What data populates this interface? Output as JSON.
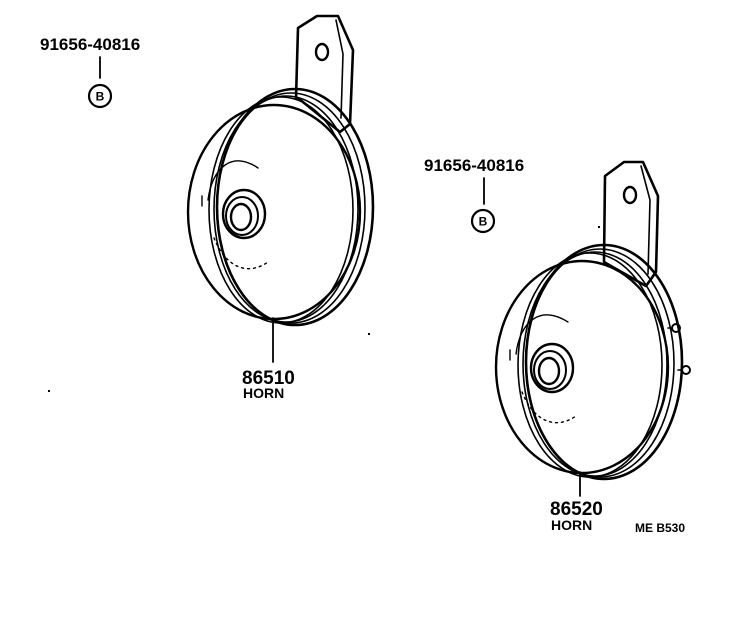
{
  "diagram": {
    "left_horn": {
      "bolt_part_number": "91656-40816",
      "bolt_mark": "B",
      "part_number": "86510",
      "part_name": "HORN"
    },
    "right_horn": {
      "bolt_part_number": "91656-40816",
      "bolt_mark": "B",
      "part_number": "86520",
      "part_name": "HORN"
    },
    "drawing_code": "ME B530"
  }
}
